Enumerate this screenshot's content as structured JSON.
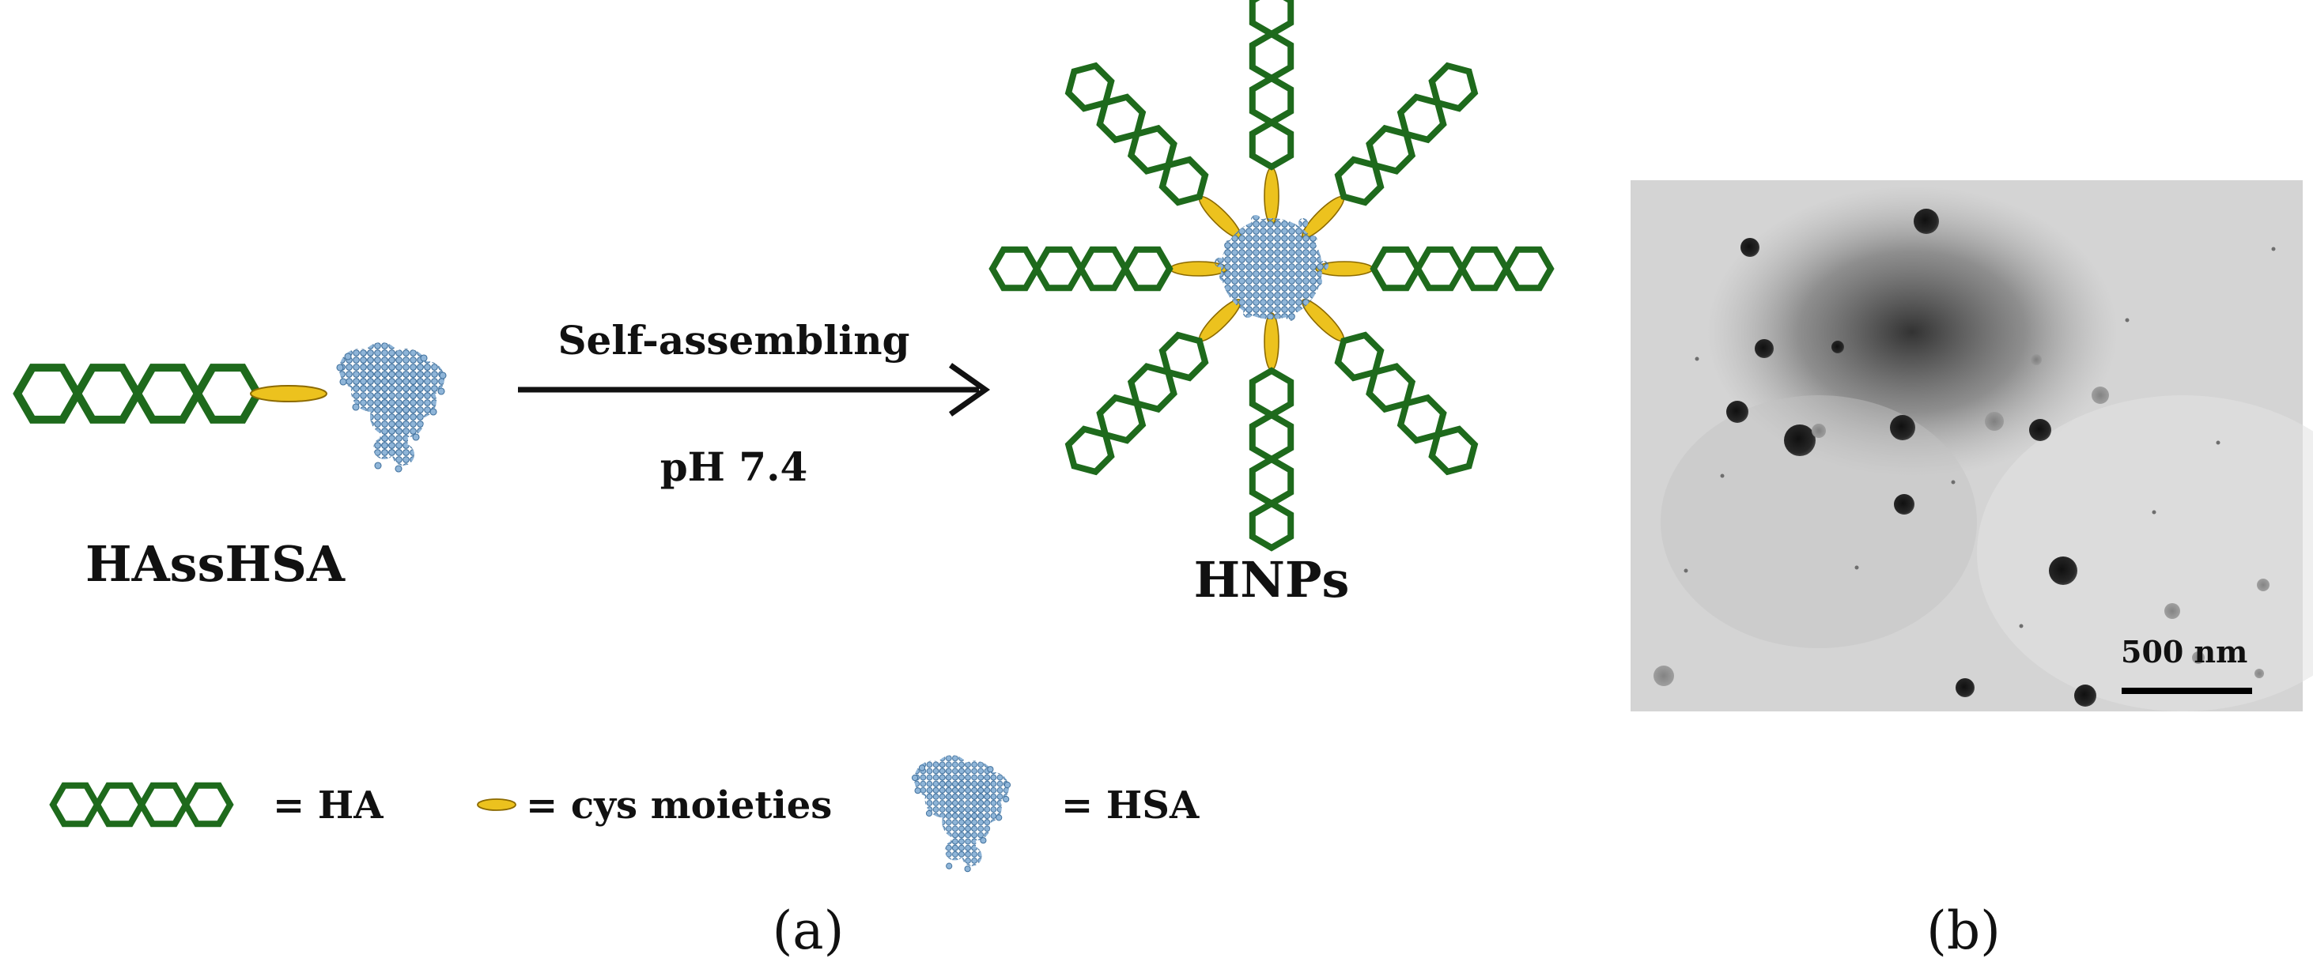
{
  "colors": {
    "ha_green": "#1e6a1c",
    "cys_yellow": "#ecc21e",
    "cys_edge": "#8c6a00",
    "hsa_blue": "#7ea8cd",
    "hsa_dark": "#3f6f9c",
    "arrow": "#111111",
    "tem_background": "#d2d2d2",
    "tem_particle": "#1c1c1c",
    "scale_bar": "#000000"
  },
  "icons": {
    "ha": "hexagon-chain-icon",
    "cys": "ellipse-icon",
    "hsa": "protein-cluster-icon"
  },
  "panel_a": {
    "reactant_label": "HAssHSA",
    "arrow_top_label": "Self-assembling",
    "arrow_bottom_label": "pH 7.4",
    "product_label": "HNPs",
    "legend": {
      "ha": "= HA",
      "cys": "= cys moieties",
      "hsa": "= HSA"
    },
    "panel_label": "(a)"
  },
  "panel_b": {
    "scale_bar_label": "500 nm",
    "panel_label": "(b)"
  }
}
